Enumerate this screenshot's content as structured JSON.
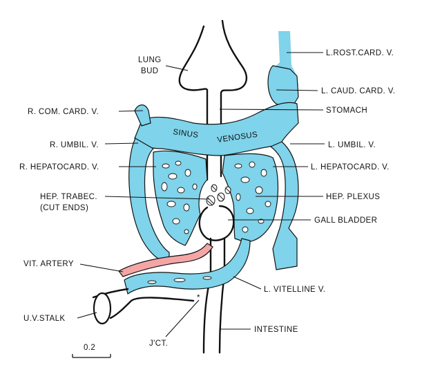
{
  "labels": {
    "lung_bud": [
      "LUNG",
      "BUD"
    ],
    "l_rost_card_v": "L.ROST.CARD. V.",
    "l_caud_card_v": "L. CAUD. CARD. V.",
    "stomach": "STOMACH",
    "r_com_card_v": "R. COM. CARD. V.",
    "r_umbil_v": "R. UMBIL. V.",
    "l_umbil_v": "L. UMBIL. V.",
    "sinus_venosus": [
      "SINUS",
      "VENOSUS"
    ],
    "r_hepatocard_v": "R. HEPATOCARD. V.",
    "l_hepatocard_v": "L. HEPATOCARD. V.",
    "hep_trabec": [
      "HEP. TRABEC.",
      "(CUT ENDS)"
    ],
    "hep_plexus": "HEP. PLEXUS",
    "gall_bladder": "GALL BLADDER",
    "vit_artery": "VIT. ARTERY",
    "l_vitelline_v": "L. VITELLINE V.",
    "uv_stalk": "U.V.STALK",
    "jct": "J'CT.",
    "intestine": "INTESTINE",
    "jct_marker": "*"
  },
  "scale_bar": {
    "label": "0.2"
  },
  "colors": {
    "vein": "#7fd3ea",
    "artery": "#f4a6a6",
    "outline": "#111111"
  }
}
